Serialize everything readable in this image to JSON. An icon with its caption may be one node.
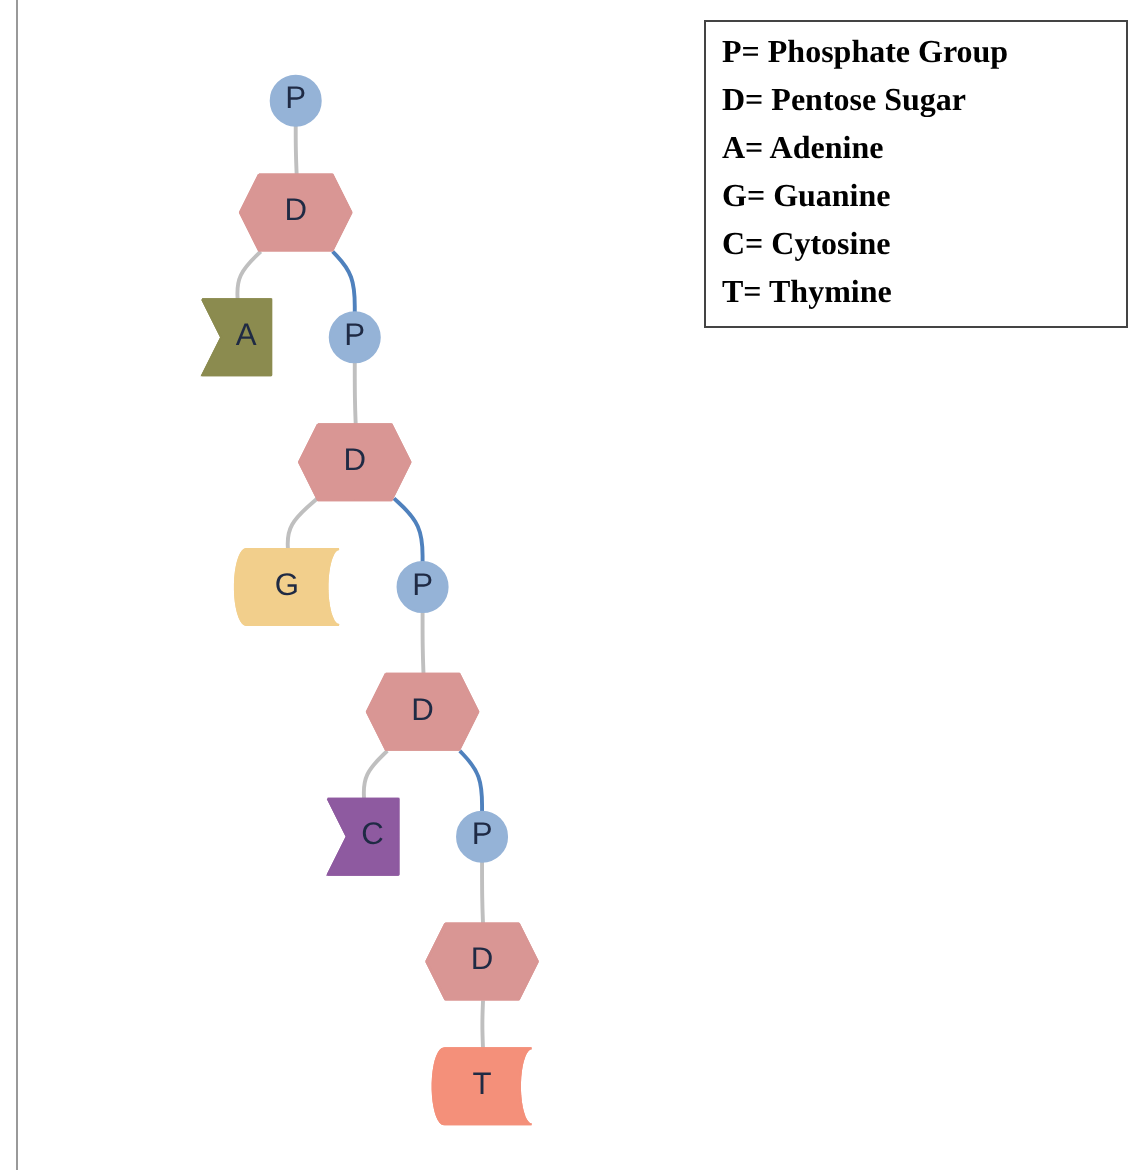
{
  "diagram": {
    "nodes": [
      {
        "text": [
          "P"
        ]
      },
      {
        "text": [
          "D"
        ]
      },
      {
        "text": [
          "A"
        ]
      },
      {
        "text": [
          "P"
        ]
      },
      {
        "text": [
          "D"
        ]
      },
      {
        "text": [
          "G"
        ]
      },
      {
        "text": [
          "P"
        ]
      },
      {
        "text": [
          "D"
        ]
      },
      {
        "text": [
          "C"
        ]
      },
      {
        "text": [
          "P"
        ]
      },
      {
        "text": [
          "D"
        ]
      },
      {
        "text": [
          "T"
        ]
      }
    ],
    "edges": [
      {
        "from": 0,
        "to": 1,
        "arrow": "none"
      },
      {
        "from": 1,
        "to": 2,
        "arrow": "none"
      },
      {
        "from": 1,
        "to": 3,
        "arrow": "none",
        "color": "#4f81bd"
      },
      {
        "from": 3,
        "to": 4,
        "arrow": "none"
      },
      {
        "from": 4,
        "to": 5,
        "arrow": "none"
      },
      {
        "from": 4,
        "to": 6,
        "arrow": "none",
        "color": "#4f81bd"
      },
      {
        "from": 6,
        "to": 7,
        "arrow": "none"
      },
      {
        "from": 7,
        "to": 8,
        "arrow": "none"
      },
      {
        "from": 7,
        "to": 9,
        "arrow": "none",
        "color": "#4f81bd"
      },
      {
        "from": 9,
        "to": 10,
        "arrow": "none"
      },
      {
        "from": 10,
        "to": 11,
        "arrow": "none"
      }
    ],
    "labels": [
      "P= Phosphate Group",
      "D= Pentose Sugar",
      "A= Adenine",
      "G= Guanine",
      "C= Cytosine",
      "T= Thymine"
    ]
  }
}
